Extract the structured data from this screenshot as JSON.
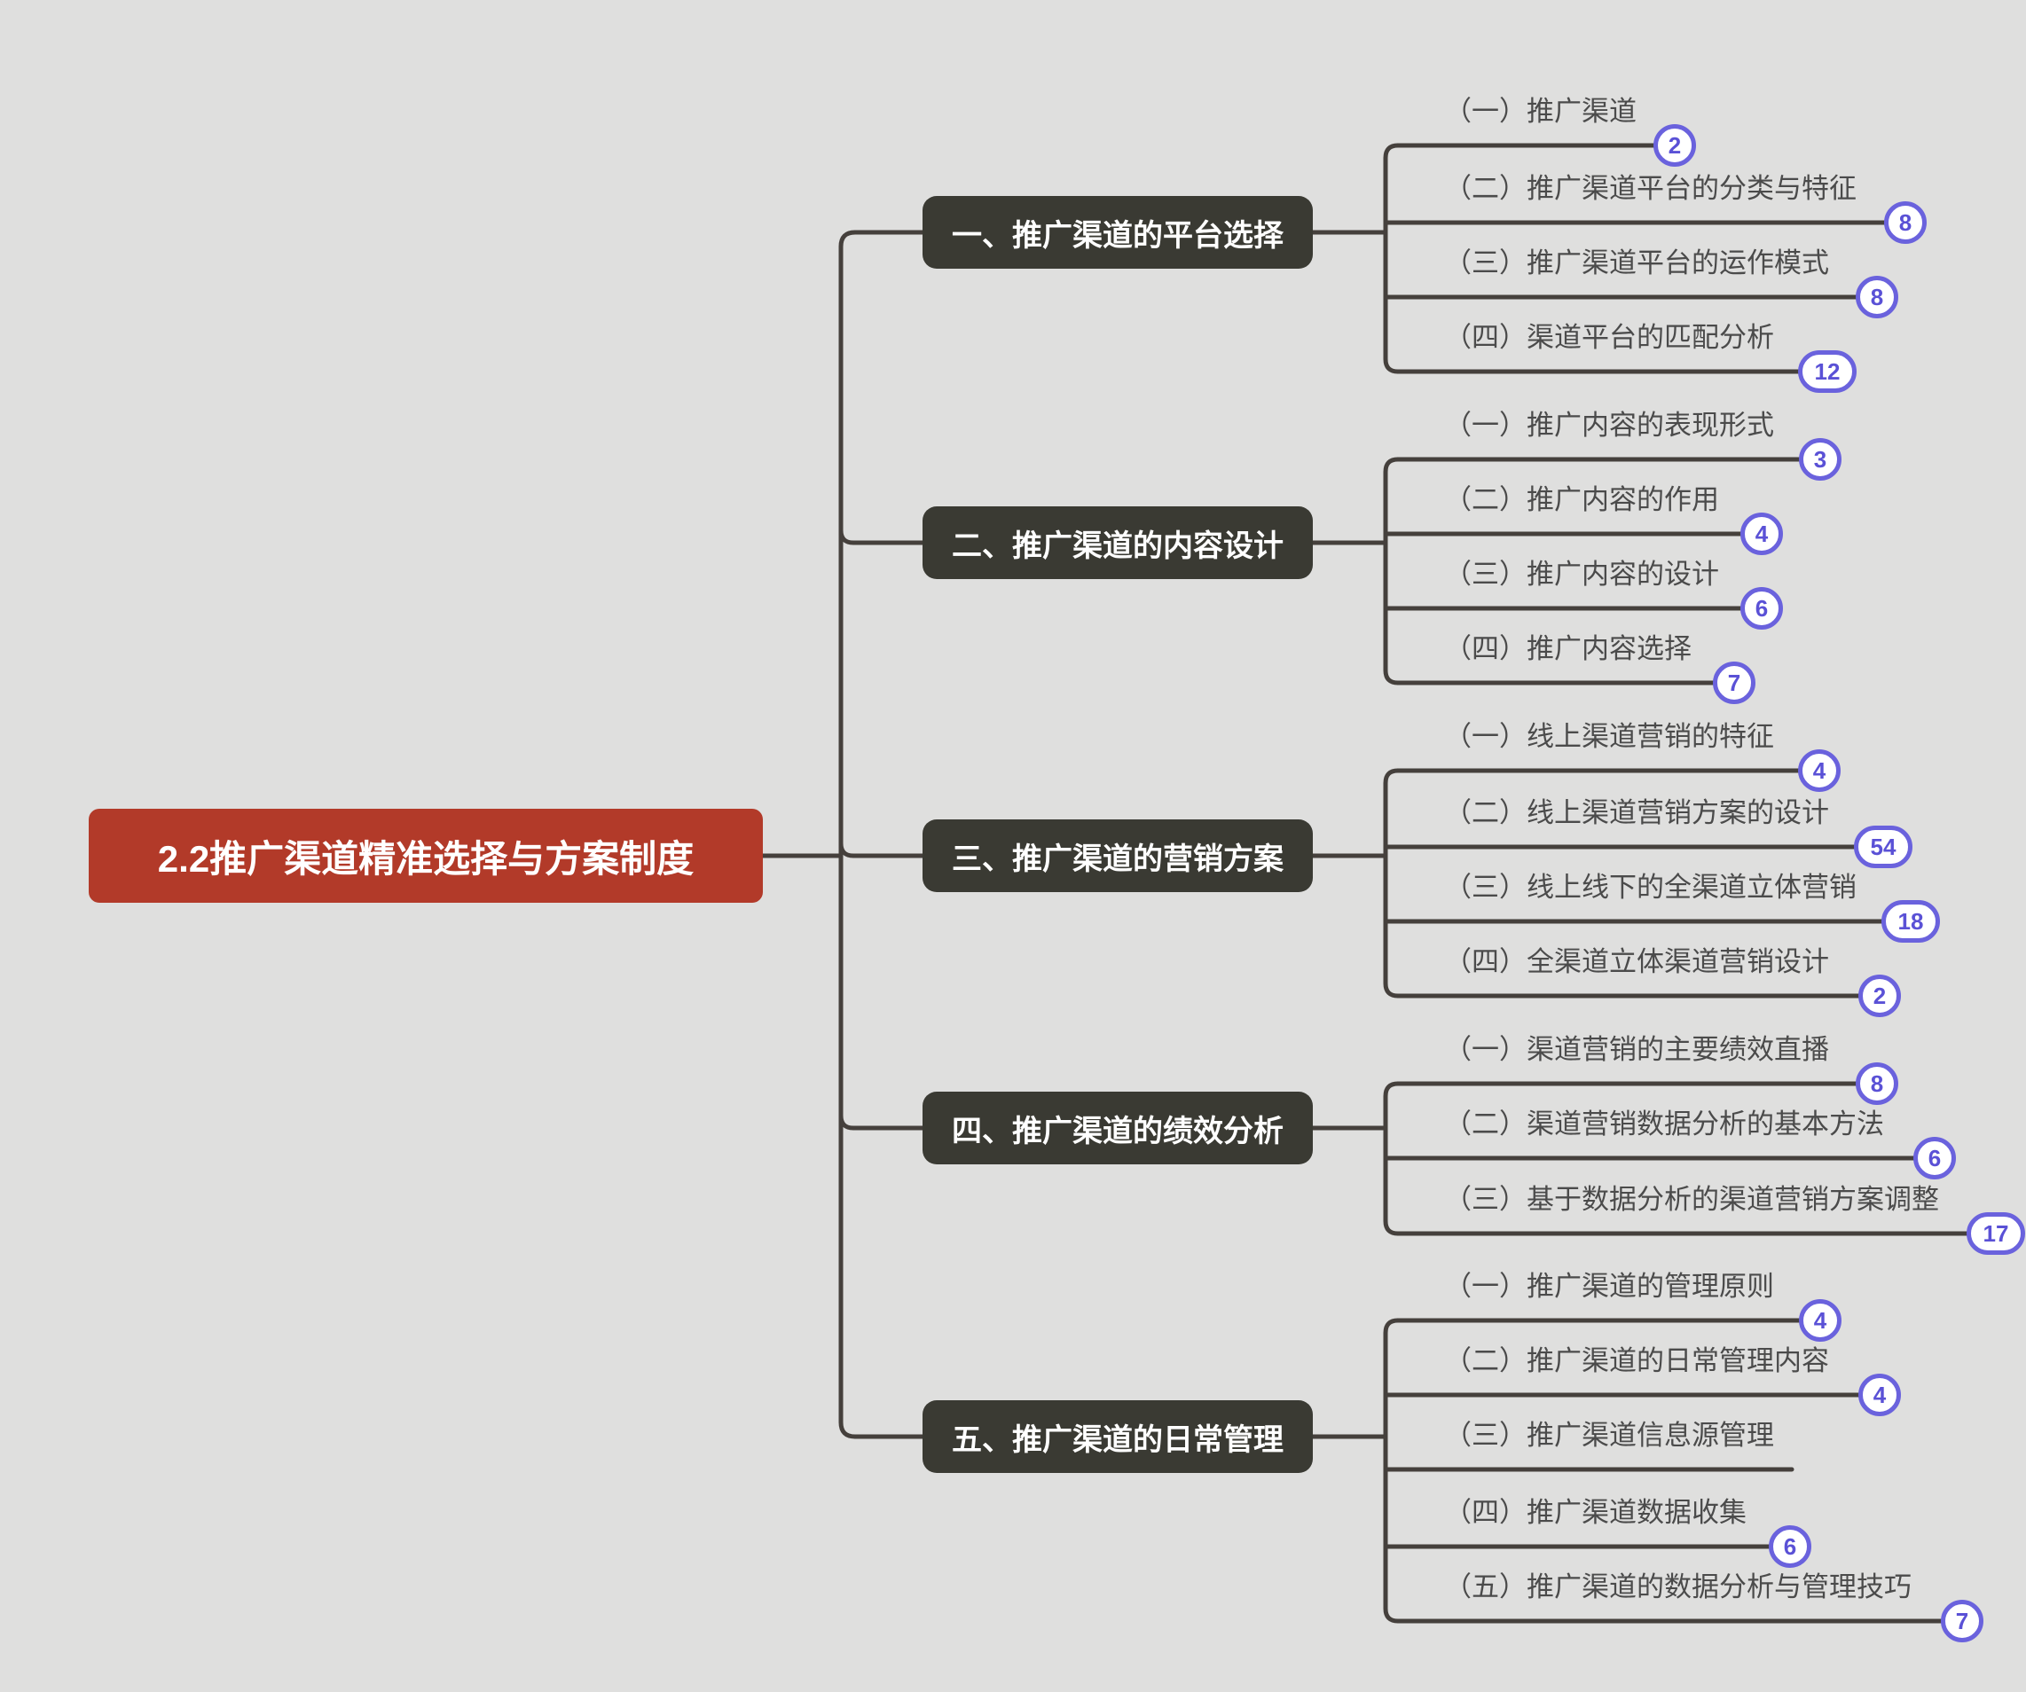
{
  "colors": {
    "background": "#dfdfde",
    "root_bg": "#b23a29",
    "branch_bg": "#3a3a33",
    "connector": "#45403c",
    "leaf_text": "#4b4b4b",
    "badge_accent": "#6a62dd",
    "badge_text": "#5a51d6"
  },
  "root": {
    "label": "2.2推广渠道精准选择与方案制度"
  },
  "branches": [
    {
      "label": "一、推广渠道的平台选择",
      "children": [
        {
          "label": "（一）推广渠道",
          "count": "2"
        },
        {
          "label": "（二）推广渠道平台的分类与特征",
          "count": "8"
        },
        {
          "label": "（三）推广渠道平台的运作模式",
          "count": "8"
        },
        {
          "label": "（四）渠道平台的匹配分析",
          "count": "12"
        }
      ]
    },
    {
      "label": "二、推广渠道的内容设计",
      "children": [
        {
          "label": "（一）推广内容的表现形式",
          "count": "3"
        },
        {
          "label": "（二）推广内容的作用",
          "count": "4"
        },
        {
          "label": "（三）推广内容的设计",
          "count": "6"
        },
        {
          "label": "（四）推广内容选择",
          "count": "7"
        }
      ]
    },
    {
      "label": "三、推广渠道的营销方案",
      "children": [
        {
          "label": "（一）线上渠道营销的特征",
          "count": "4"
        },
        {
          "label": "（二）线上渠道营销方案的设计",
          "count": "54"
        },
        {
          "label": "（三）线上线下的全渠道立体营销",
          "count": "18"
        },
        {
          "label": "（四）全渠道立体渠道营销设计",
          "count": "2"
        }
      ]
    },
    {
      "label": "四、推广渠道的绩效分析",
      "children": [
        {
          "label": "（一）渠道营销的主要绩效直播",
          "count": "8"
        },
        {
          "label": "（二）渠道营销数据分析的基本方法",
          "count": "6"
        },
        {
          "label": "（三）基于数据分析的渠道营销方案调整",
          "count": "17"
        }
      ]
    },
    {
      "label": "五、推广渠道的日常管理",
      "children": [
        {
          "label": "（一）推广渠道的管理原则",
          "count": "4"
        },
        {
          "label": "（二）推广渠道的日常管理内容",
          "count": "4"
        },
        {
          "label": "（三）推广渠道信息源管理"
        },
        {
          "label": "（四）推广渠道数据收集",
          "count": "6"
        },
        {
          "label": "（五）推广渠道的数据分析与管理技巧",
          "count": "7"
        }
      ]
    }
  ]
}
